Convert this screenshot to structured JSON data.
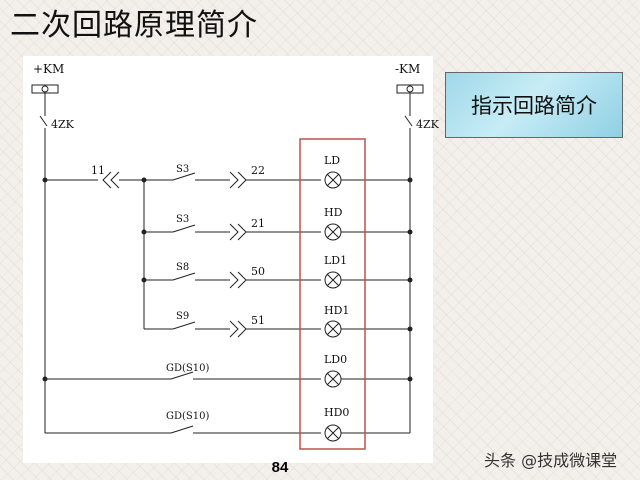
{
  "title": "二次回路原理简介",
  "callout": "指示回路简介",
  "page_number": "84",
  "watermark": "头条 @技成微课堂",
  "colors": {
    "highlight_box": "#c0504d",
    "wire": "#222222"
  },
  "diagram": {
    "bus_left_label": "+KM",
    "bus_right_label": "-KM",
    "fuse_left_label": "4ZK",
    "fuse_right_label": "4ZK",
    "connector_11": "11",
    "rows": [
      {
        "contact": "S3",
        "wire": "22",
        "lamp": "LD"
      },
      {
        "contact": "S3",
        "wire": "21",
        "lamp": "HD"
      },
      {
        "contact": "S8",
        "wire": "50",
        "lamp": "LD1"
      },
      {
        "contact": "S9",
        "wire": "51",
        "lamp": "HD1"
      },
      {
        "contact": "GD(S10)",
        "wire": "",
        "lamp": "LD0"
      },
      {
        "contact": "GD(S10)",
        "wire": "",
        "lamp": "HD0"
      }
    ]
  }
}
